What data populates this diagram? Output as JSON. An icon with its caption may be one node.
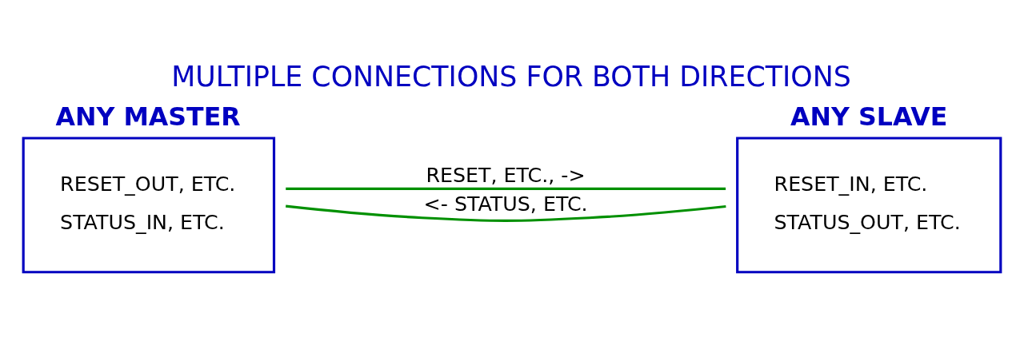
{
  "diagram": {
    "title": "MULTIPLE CONNECTIONS FOR BOTH DIRECTIONS",
    "nodes": [
      {
        "text": [
          "ANY MASTER",
          "RESET_OUT, ETC.",
          "STATUS_IN, ETC."
        ]
      },
      {
        "text": [
          "ANY SLAVE",
          "RESET_IN, ETC.",
          "STATUS_OUT, ETC."
        ]
      }
    ],
    "edges": [
      {
        "from": 0,
        "to": 1,
        "arrow": "none",
        "label": "RESET, ETC., ->"
      },
      {
        "from": 0,
        "to": 1,
        "arrow": "none",
        "label": "<- STATUS, ETC."
      }
    ]
  }
}
